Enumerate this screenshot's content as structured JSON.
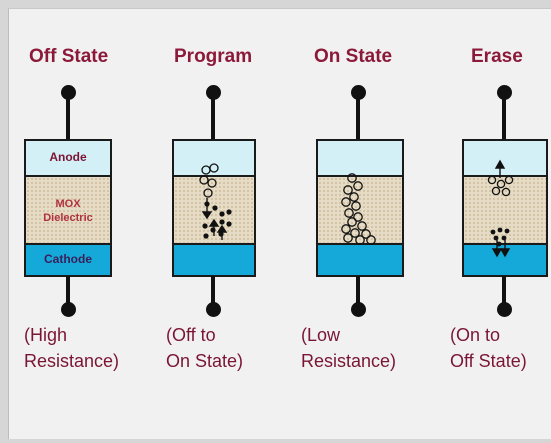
{
  "states": [
    {
      "title": "Off State",
      "caption": [
        "(High",
        "Resistance)"
      ]
    },
    {
      "title": "Program",
      "caption": [
        "(Off to",
        "On State)"
      ]
    },
    {
      "title": "On State",
      "caption": [
        "(Low",
        "Resistance)"
      ]
    },
    {
      "title": "Erase",
      "caption": [
        "(On to",
        "Off State)"
      ]
    }
  ],
  "layers": {
    "anode": "Anode",
    "dielectric": [
      "MOX",
      "Dielectric"
    ],
    "cathode": "Cathode"
  }
}
